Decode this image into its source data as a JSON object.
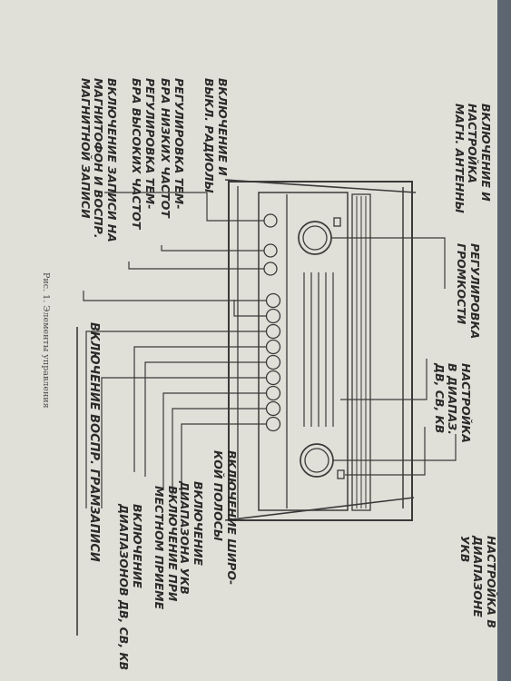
{
  "left_labels": {
    "power_radio": "ВКЛЮЧЕНИЕ И\nВЫКЛ. РАДИОЛЫ",
    "bass_tone": "РЕГУЛИРОВКА ТЕМ-\nБРА НИЗКИХ ЧАСТОТ",
    "treble_tone": "РЕГУЛИРОВКА ТЕМ-\nБРА ВЫСОКИХ ЧАСТОТ",
    "tape_record": "ВКЛЮЧЕНИЕ ЗАПИСИ НА\nМАГНИТОФОН И ВОСПР.\nМАГНИТНОЙ ЗАПИСИ"
  },
  "top_labels": {
    "antenna": "ВКЛЮЧЕНИЕ И\nНАСТРОЙКА\nМАГН. АНТЕННЫ"
  },
  "right_labels": {
    "volume": "РЕГУЛИРОВКА\nГРОМКОСТИ",
    "tuning_am": "НАСТРОЙКА\nВ ДИАПАЗ.\nДВ, СВ, КВ",
    "tuning_ukv": "НАСТРОЙКА В\nДИАПАЗОНЕ\nУКВ",
    "wideband": "ВКЛЮЧЕНИЕ ШИРО-\nКОЙ ПОЛОСЫ",
    "band_ukv": "ВКЛЮЧЕНИЕ\nДИАПАЗОНА УКВ",
    "local": "ВКЛЮЧЕНИЕ ПРИ\nМЕСТНОМ ПРИЕМЕ",
    "bands_am": "ВКЛЮЧЕНИЕ\nДИАПАЗОНОВ ДВ, СВ, КВ"
  },
  "bottom_labels": {
    "phono": "ВКЛЮЧЕНИЕ ВОСПР. ГРАМЗАПИСИ"
  },
  "caption": "Рис. 1. Элементы управления"
}
